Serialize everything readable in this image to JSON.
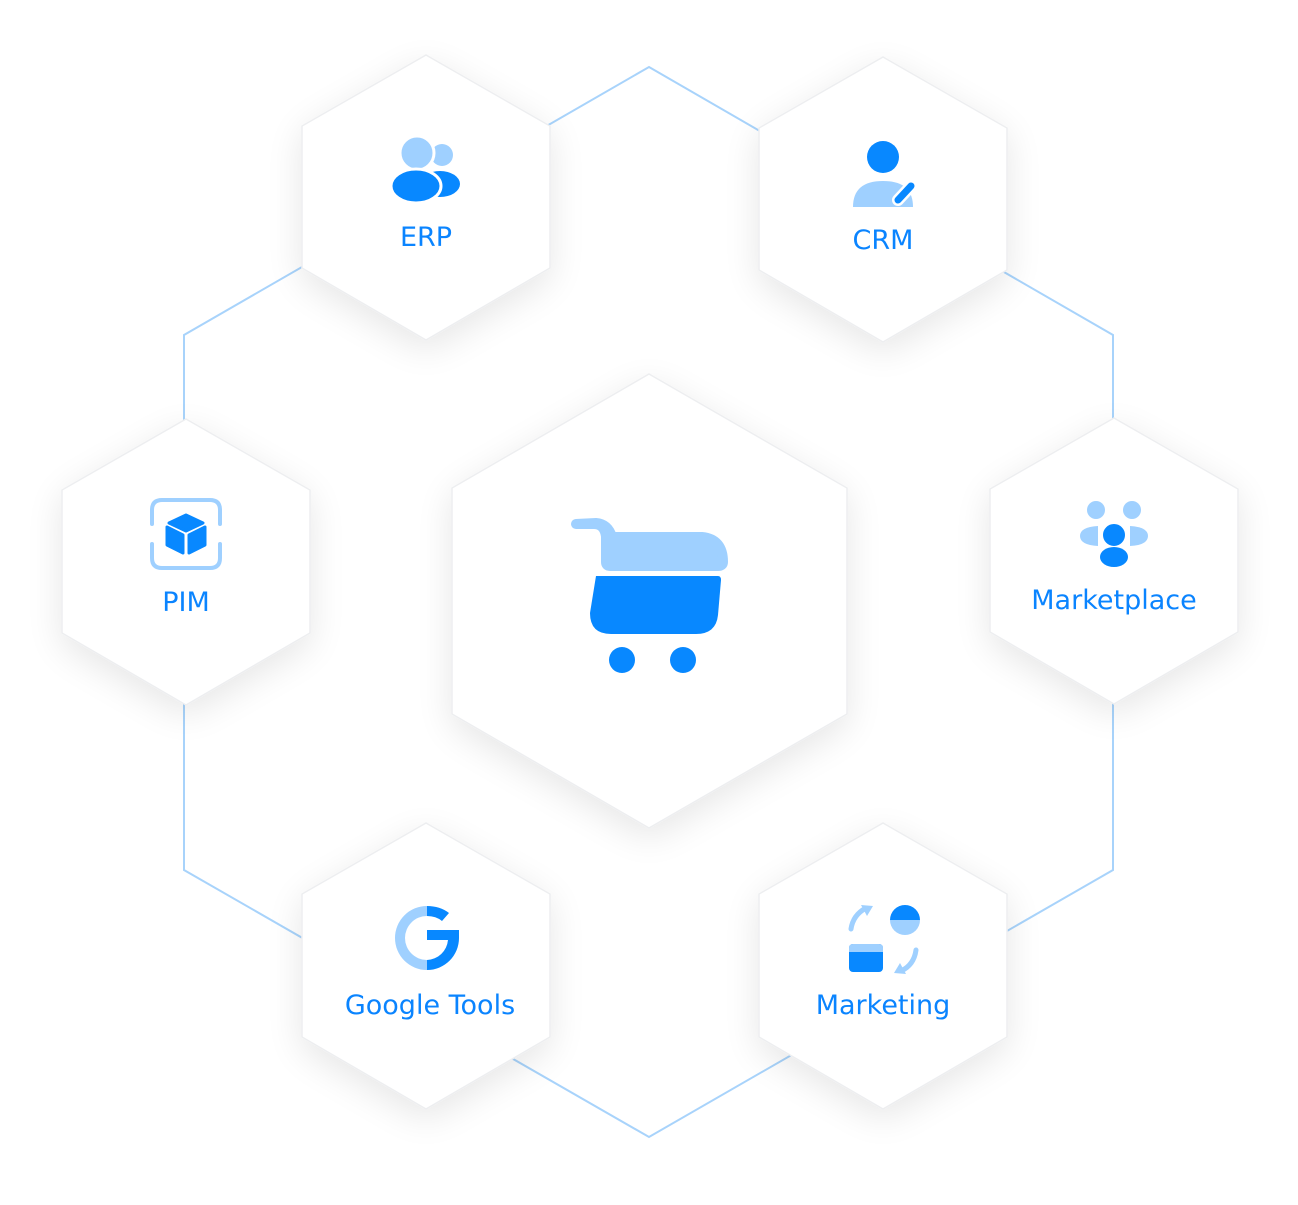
{
  "colors": {
    "primary": "#0888FF",
    "light": "#9FD0FF",
    "connector": "#A8D3FB",
    "hex_fill": "#FFFFFF",
    "hex_stroke": "#EDEEF0",
    "label": "#0A84FF"
  },
  "center": {
    "icon": "shopping-cart-icon"
  },
  "nodes": [
    {
      "id": "erp",
      "label": "ERP",
      "icon": "users-icon"
    },
    {
      "id": "crm",
      "label": "CRM",
      "icon": "user-edit-icon"
    },
    {
      "id": "pim",
      "label": "PIM",
      "icon": "product-box-icon"
    },
    {
      "id": "marketplace",
      "label": "Marketplace",
      "icon": "community-icon"
    },
    {
      "id": "google-tools",
      "label": "Google Tools",
      "icon": "google-icon"
    },
    {
      "id": "marketing",
      "label": "Marketing",
      "icon": "exchange-icon"
    }
  ]
}
